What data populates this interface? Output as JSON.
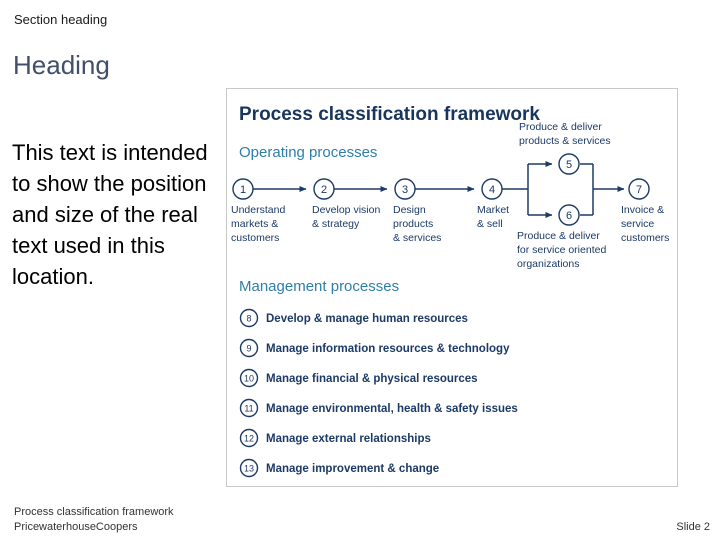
{
  "slide": {
    "section_heading": "Section heading",
    "heading": "Heading",
    "body_text": "This text is intended to show the position and size of the real text used in this location."
  },
  "footer": {
    "line1": "Process classification framework",
    "line2": "PricewaterhouseCoopers",
    "slide_number": "Slide 2"
  },
  "framework": {
    "title": "Process classification framework",
    "operating_label": "Operating processes",
    "management_label": "Management processes",
    "colors": {
      "title": "#18355e",
      "section": "#2e7fa8",
      "node": "#1c3a66",
      "panel_border": "#c9c9c9",
      "heading": "#3f5068"
    },
    "operating_nodes": [
      {
        "num": "1",
        "lines": [
          "Understand",
          "markets &",
          "customers"
        ]
      },
      {
        "num": "2",
        "lines": [
          "Develop vision",
          "& strategy"
        ]
      },
      {
        "num": "3",
        "lines": [
          "Design",
          "products",
          "& services"
        ]
      },
      {
        "num": "4",
        "lines": [
          "Market",
          "& sell"
        ]
      },
      {
        "num": "5",
        "lines": [
          "Produce & deliver",
          "products & services"
        ],
        "label_position": "above"
      },
      {
        "num": "6",
        "lines": [
          "Produce & deliver",
          "for service oriented",
          "organizations"
        ],
        "label_position": "below"
      },
      {
        "num": "7",
        "lines": [
          "Invoice &",
          "service",
          "customers"
        ]
      }
    ],
    "management_nodes": [
      {
        "num": "8",
        "label": "Develop & manage human resources"
      },
      {
        "num": "9",
        "label": "Manage information resources & technology"
      },
      {
        "num": "10",
        "label": "Manage financial & physical resources"
      },
      {
        "num": "11",
        "label": "Manage environmental, health & safety issues"
      },
      {
        "num": "12",
        "label": "Manage external relationships"
      },
      {
        "num": "13",
        "label": "Manage improvement & change"
      }
    ]
  }
}
